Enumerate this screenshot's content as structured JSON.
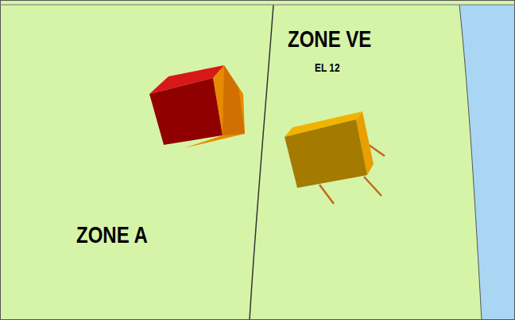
{
  "diagram": {
    "labels": [
      "ZONE VE",
      "EL 12",
      "ZONE A"
    ]
  }
}
